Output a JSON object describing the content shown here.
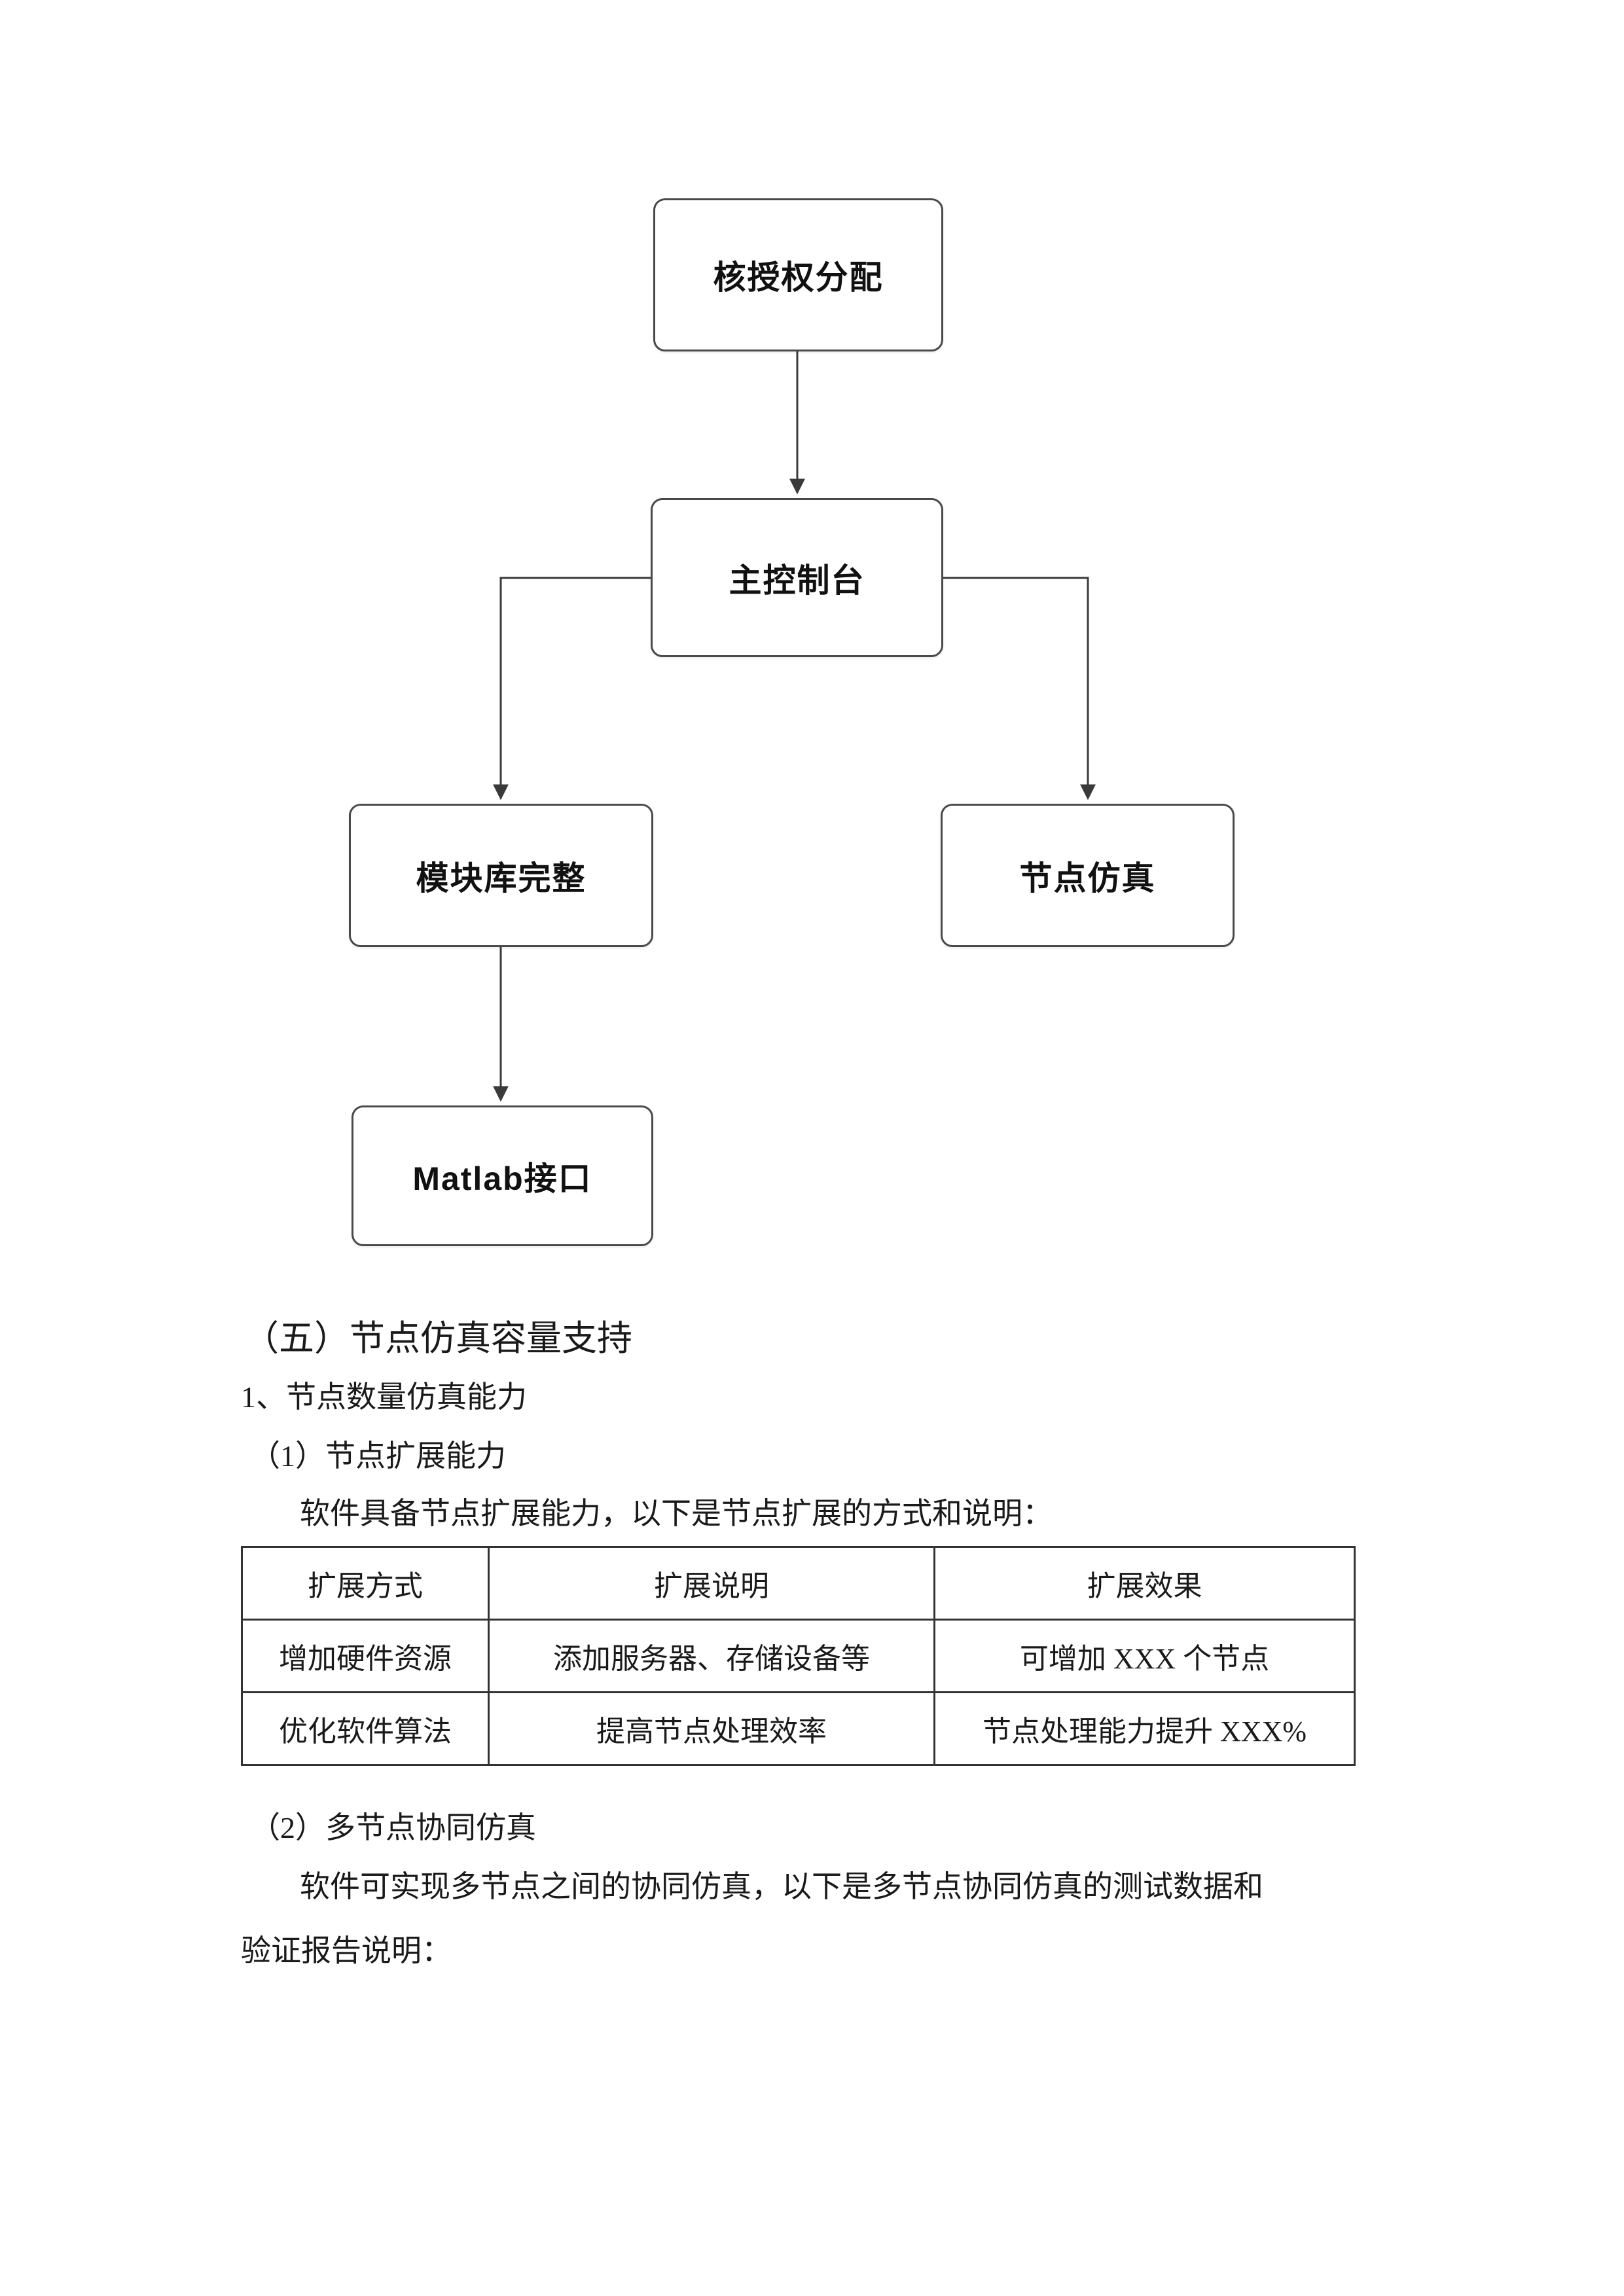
{
  "flowchart": {
    "nodes": [
      {
        "id": "auth",
        "label": "核授权分配"
      },
      {
        "id": "console",
        "label": "主控制台"
      },
      {
        "id": "modules",
        "label": "模块库完整"
      },
      {
        "id": "nodesim",
        "label": "节点仿真"
      },
      {
        "id": "matlab",
        "label": "Matlab接口"
      }
    ],
    "edges": [
      {
        "from": "auth",
        "to": "console"
      },
      {
        "from": "console",
        "to": "modules"
      },
      {
        "from": "console",
        "to": "nodesim"
      },
      {
        "from": "modules",
        "to": "matlab"
      }
    ],
    "line_color": "#3a3a3a",
    "box_border_color": "#4a4a4a"
  },
  "sections": {
    "heading": "（五）节点仿真容量支持",
    "sub1": "1、节点数量仿真能力",
    "sub1_1": "（1）节点扩展能力",
    "para1": "软件具备节点扩展能力，以下是节点扩展的方式和说明：",
    "sub1_2": "（2）多节点协同仿真",
    "para2_line1": "软件可实现多节点之间的协同仿真，以下是多节点协同仿真的测试数据和",
    "para2_line2": "验证报告说明："
  },
  "table": {
    "headers": [
      "扩展方式",
      "扩展说明",
      "扩展效果"
    ],
    "rows": [
      [
        "增加硬件资源",
        "添加服务器、存储设备等",
        "可增加 XXX 个节点"
      ],
      [
        "优化软件算法",
        "提高节点处理效率",
        "节点处理能力提升 XXX%"
      ]
    ]
  }
}
